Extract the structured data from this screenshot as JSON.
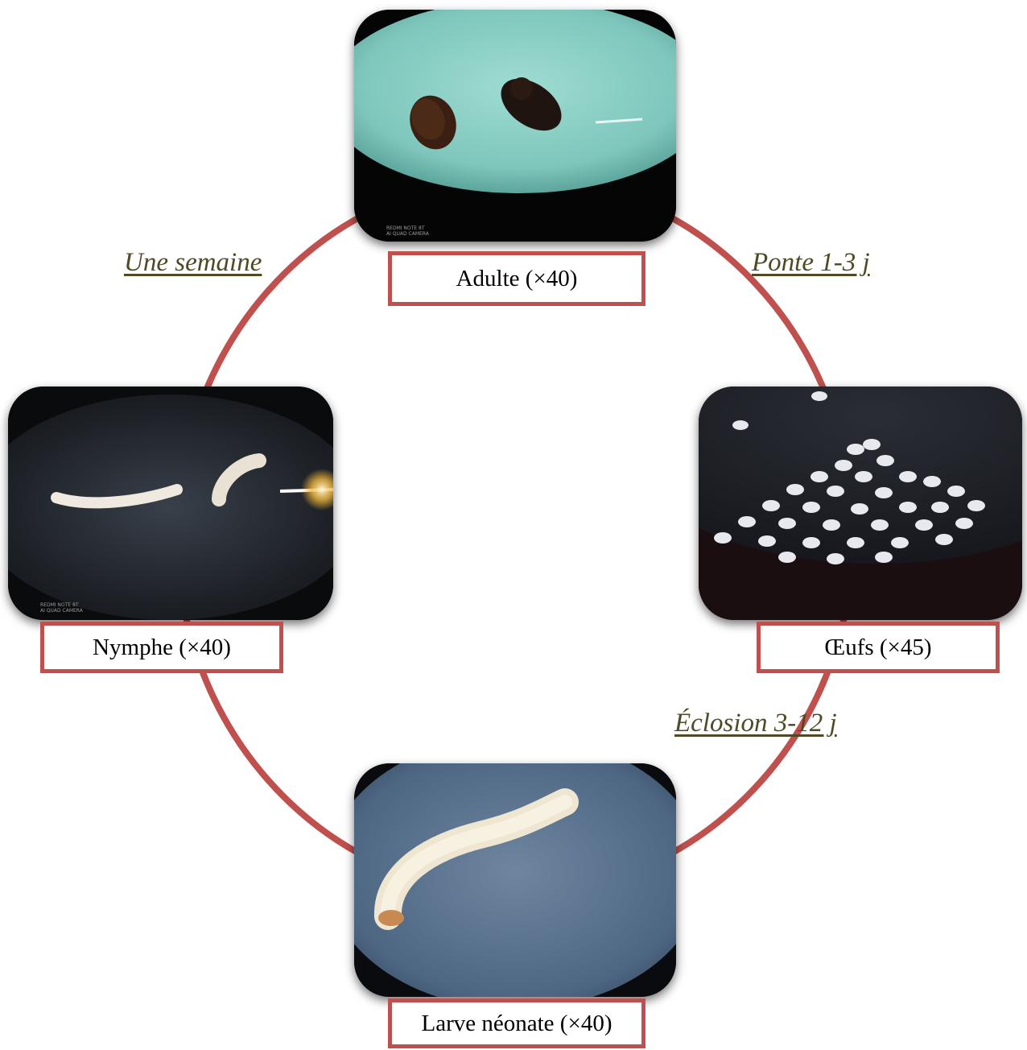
{
  "colors": {
    "cycle_ring": "#c0504d",
    "label_border": "#c0504d",
    "duration_text": "#4f4a25"
  },
  "stages": {
    "adult": {
      "label": "Adulte (×40)"
    },
    "eggs": {
      "label": "Œufs (×45)"
    },
    "larva": {
      "label": "Larve néonate (×40)"
    },
    "pupa": {
      "label": "Nymphe (×40)"
    }
  },
  "durations": {
    "laying": "Ponte 1-3 j",
    "hatching": "Éclosion 3-12 j",
    "week": "Une semaine"
  },
  "watermarks": {
    "line1": "REDMI NOTE 8T",
    "line2": "AI QUAD CAMERA"
  }
}
